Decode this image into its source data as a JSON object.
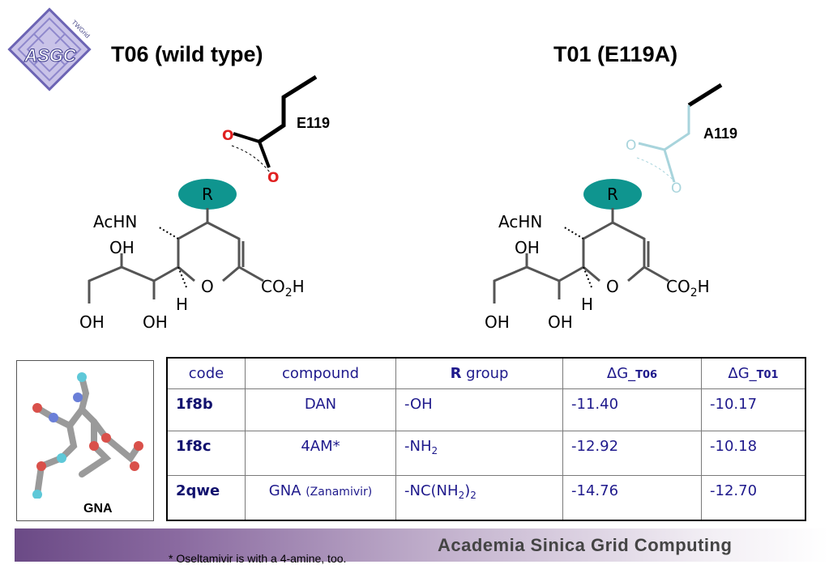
{
  "logo": {
    "text": "ASGC",
    "arc_text": "TWGrid"
  },
  "titles": {
    "left": "T06 (wild type)",
    "right": "T01 (E119A)"
  },
  "residues": {
    "left": "E119",
    "right": "A119"
  },
  "molecule_labels": {
    "r": "R",
    "achn": "AcHN",
    "oh": "OH",
    "h": "H",
    "o": "O",
    "co2h_main": "CO",
    "co2h_sub": "2",
    "co2h_tail": "H",
    "carboxylate_o": "O"
  },
  "gna_label": "GNA",
  "table": {
    "headers": {
      "code": "code",
      "compound": "compound",
      "r_bold": "R",
      "r_rest": " group",
      "dg_t06_main": "ΔG_",
      "dg_t06_sub": "T06",
      "dg_t01_main": "ΔG_",
      "dg_t01_sub": "T01"
    },
    "rows": [
      {
        "code": "1f8b",
        "compound": "DAN",
        "compound_note": "",
        "r_main": "-OH",
        "r_sub": "",
        "r_tail": "",
        "dg_t06": "-11.40",
        "dg_t01": "-10.17"
      },
      {
        "code": "1f8c",
        "compound": "4AM*",
        "compound_note": "",
        "r_main": "-NH",
        "r_sub": "2",
        "r_tail": "",
        "dg_t06": "-12.92",
        "dg_t01": "-10.18"
      },
      {
        "code": "2qwe",
        "compound": "GNA",
        "compound_note": "(Zanamivir)",
        "r_main": "-NC(NH",
        "r_sub": "2",
        "r_tail": ")",
        "r_sub2": "2",
        "dg_t06": "-14.76",
        "dg_t01": "-12.70"
      }
    ]
  },
  "footer": {
    "band_text": "Academia Sinica Grid Computing",
    "note": "* Oseltamivir is with a 4-amine, too."
  },
  "colors": {
    "teal": "#0f958f",
    "red": "#e02020",
    "light_blue": "#a8d4dc",
    "table_text": "#1f1a8c"
  }
}
